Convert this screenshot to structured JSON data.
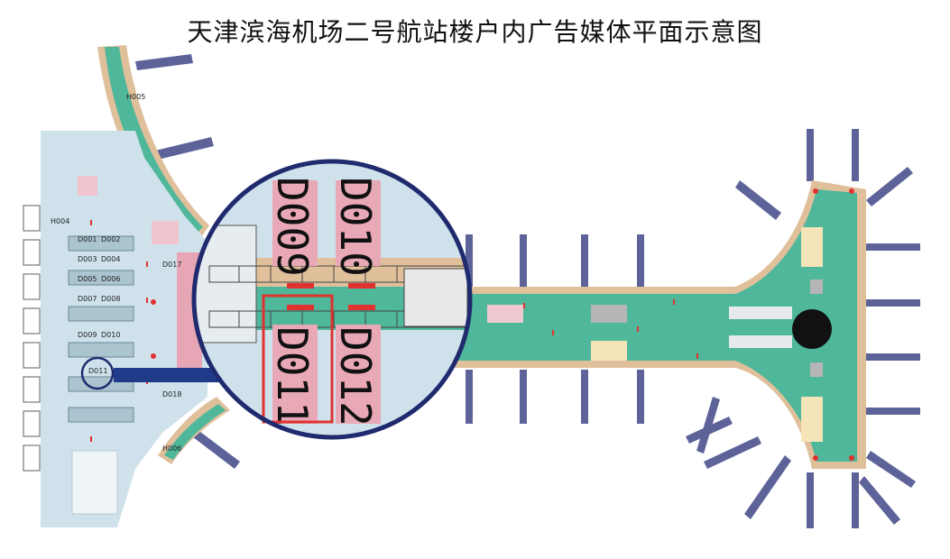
{
  "title": "天津滨海机场二号航站楼户内广告媒体平面示意图",
  "colors": {
    "terminal_blue": "#cfe2ec",
    "pier_green": "#4fb79a",
    "pier_tan": "#e0bf9b",
    "gate_bar": "#5d6399",
    "marker_red": "#e0322f",
    "zoom_border": "#1f2b6e",
    "arrow": "#1f3b8a",
    "highlight": "#e0322f"
  },
  "zoom": {
    "labels": {
      "d009": "D009",
      "d010": "D010",
      "d011": "D011",
      "d012": "D012"
    },
    "highlighted": "D011"
  },
  "map_labels": {
    "d001": "D001",
    "d002": "D002",
    "d003": "D003",
    "d004": "D004",
    "d005": "D005",
    "d006": "D006",
    "d007": "D007",
    "d008": "D008",
    "d009": "D009",
    "d010": "D010",
    "d011": "D011",
    "d017": "D017",
    "d018": "D018",
    "h004": "H004",
    "h005": "H005",
    "h006": "H006"
  },
  "icons": {
    "red_marker": "marker-icon",
    "pointer_arrow": "arrow-right-icon"
  }
}
